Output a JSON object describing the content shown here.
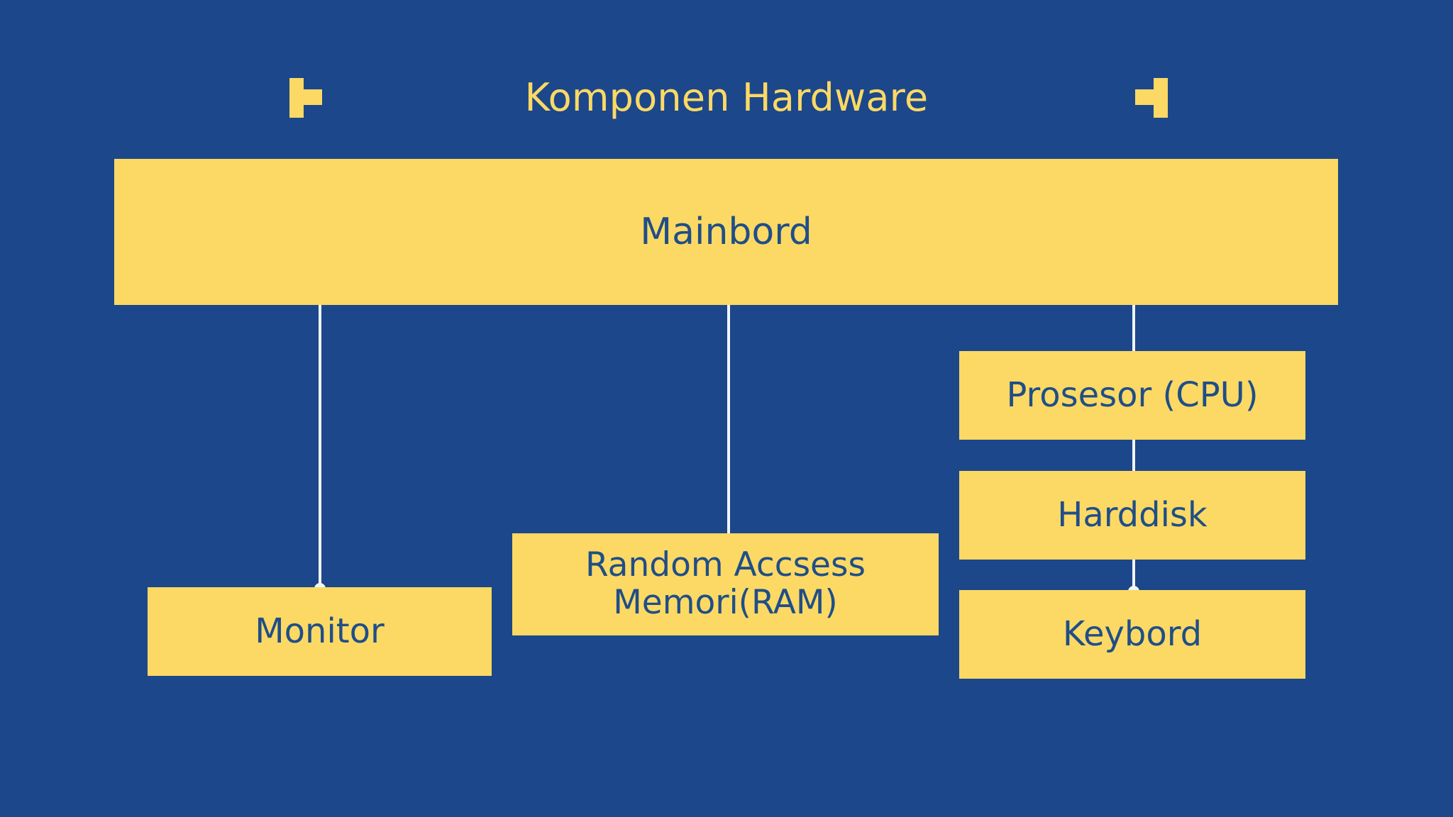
{
  "slide": {
    "title": "Komponen Hardware",
    "background_color": "#1c478a",
    "accent_color": "#fcd964",
    "text_color": "#1f4e88",
    "connector_color": "#f2f4f8"
  },
  "ornaments": {
    "left_bracket": "left-bracket-ornament",
    "right_bracket": "right-bracket-ornament"
  },
  "diagram": {
    "type": "hierarchy",
    "root": {
      "id": "mainbord",
      "label": "Mainbord"
    },
    "children": [
      {
        "id": "monitor",
        "label": "Monitor",
        "label_lines": [
          "Monitor"
        ]
      },
      {
        "id": "ram",
        "label": "Random Accsess Memori(RAM)",
        "label_lines": [
          "Random Accsess",
          "Memori(RAM)"
        ]
      },
      {
        "id": "cpu",
        "label": "Prosesor (CPU)",
        "label_lines": [
          "Prosesor (CPU)"
        ]
      },
      {
        "id": "harddisk",
        "label": "Harddisk",
        "label_lines": [
          "Harddisk"
        ]
      },
      {
        "id": "keybord",
        "label": "Keybord",
        "label_lines": [
          "Keybord"
        ]
      }
    ],
    "edges": [
      {
        "from": "mainbord",
        "to": "monitor"
      },
      {
        "from": "mainbord",
        "to": "ram"
      },
      {
        "from": "mainbord",
        "to": "cpu"
      },
      {
        "from": "cpu",
        "to": "harddisk"
      },
      {
        "from": "harddisk",
        "to": "keybord"
      }
    ]
  }
}
